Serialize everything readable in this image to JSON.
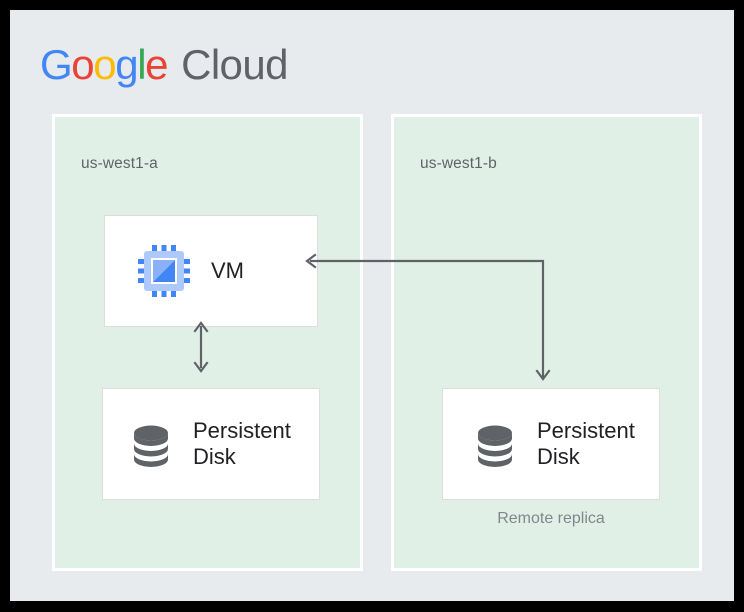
{
  "brand": {
    "logo_text": "Google Cloud",
    "google_letters": [
      {
        "char": "G",
        "color": "#4285f4"
      },
      {
        "char": "o",
        "color": "#ea4335"
      },
      {
        "char": "o",
        "color": "#fbbc05"
      },
      {
        "char": "g",
        "color": "#4285f4"
      },
      {
        "char": "l",
        "color": "#34a853"
      },
      {
        "char": "e",
        "color": "#ea4335"
      }
    ],
    "cloud_word": "Cloud",
    "cloud_color": "#5f6368"
  },
  "diagram": {
    "type": "architecture-diagram",
    "background_color": "#e8ebee",
    "frame_color": "#000000",
    "zone_fill": "#e1f0e7",
    "zone_border": "#ffffff",
    "card_fill": "#ffffff",
    "card_border": "#dddddd",
    "connector_color": "#5f6368",
    "zones": [
      {
        "id": "us-west1-a",
        "label": "us-west1-a",
        "nodes": [
          {
            "id": "vm",
            "label": "VM",
            "icon": "compute-engine-chip-icon",
            "icon_color": "#4285f4"
          },
          {
            "id": "pd-left",
            "label": "Persistent\nDisk",
            "icon": "persistent-disk-icon",
            "icon_color": "#5f6368"
          }
        ]
      },
      {
        "id": "us-west1-b",
        "label": "us-west1-b",
        "nodes": [
          {
            "id": "pd-right",
            "label": "Persistent\nDisk",
            "icon": "persistent-disk-icon",
            "icon_color": "#5f6368",
            "caption": "Remote replica"
          }
        ]
      }
    ],
    "connectors": [
      {
        "from": "vm",
        "to": "pd-left",
        "style": "double-headed-vertical-arrow"
      },
      {
        "from": "vm",
        "to": "pd-right",
        "style": "elbow-double-arrow"
      }
    ]
  }
}
